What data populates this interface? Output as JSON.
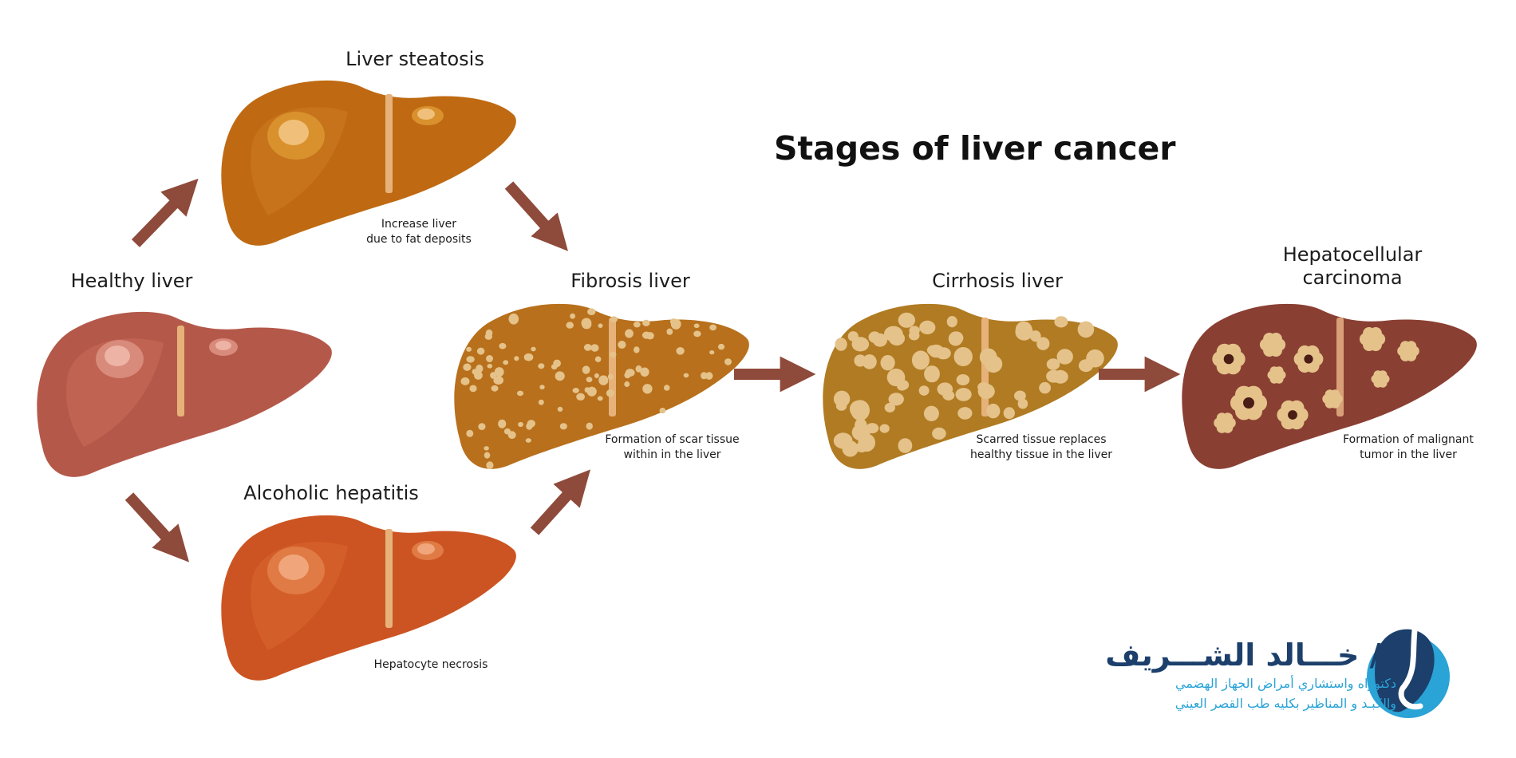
{
  "title": "Stages of liver cancer",
  "stages": {
    "healthy": {
      "label": "Healthy liver",
      "desc": []
    },
    "steatosis": {
      "label": "Liver steatosis",
      "desc": [
        "Increase liver",
        "due to fat deposits"
      ]
    },
    "hepatitis": {
      "label": "Alcoholic hepatitis",
      "desc": [
        "Hepatocyte necrosis"
      ]
    },
    "fibrosis": {
      "label": "Fibrosis liver",
      "desc": [
        "Formation of scar tissue",
        "within in the liver"
      ]
    },
    "cirrhosis": {
      "label": "Cirrhosis liver",
      "desc": [
        "Scarred tissue replaces",
        "healthy tissue in the liver"
      ]
    },
    "carcinoma": {
      "label_lines": [
        "Hepatocellular",
        "carcinoma"
      ],
      "desc": [
        "Formation of malignant",
        "tumor in the liver"
      ]
    }
  },
  "brand": {
    "name": "د/ خـــالد الشـــريف",
    "line1": "دكتوراه واستشاري أمراض الجهاز الهضمي",
    "line2": "والكبـد و المناظير بكليه طب القصر العيني"
  },
  "colors": {
    "arrow": "#8e4a3a",
    "healthy": "#b4594a",
    "steatosis": "#bf6a12",
    "hepatitis": "#cc5422",
    "fibrosis": "#b8701c",
    "cirrhosis": "#b07b22",
    "carcinoma": "#8a3f33",
    "ligament": "#e6b27a",
    "nodule": "#e4c28a",
    "brand_dark": "#1c3f6b",
    "brand_light": "#2aa3d6"
  }
}
